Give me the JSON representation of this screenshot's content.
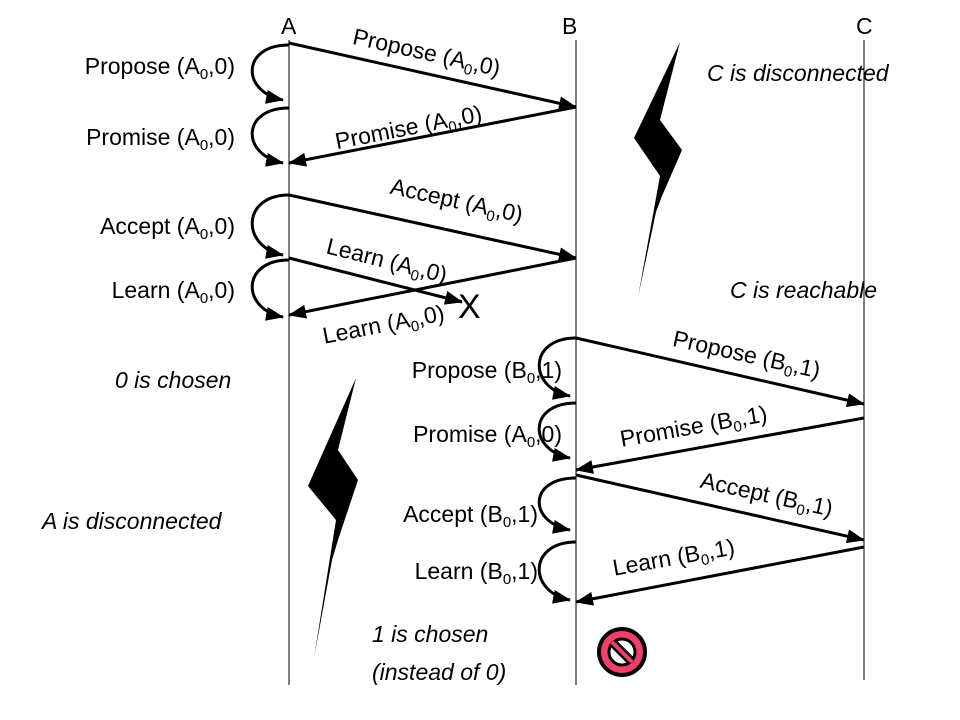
{
  "nodes": [
    "A",
    "B",
    "C"
  ],
  "messages": [
    {
      "pre": "Propose (A",
      "sub": "0",
      "post": ",0)"
    },
    {
      "pre": "Promise (A",
      "sub": "0",
      "post": ",0)"
    },
    {
      "pre": "Accept (A",
      "sub": "0",
      "post": ",0)"
    },
    {
      "pre": "Learn (A",
      "sub": "0",
      "post": ",0)"
    },
    {
      "pre": "Learn (A",
      "sub": "0",
      "post": ",0)"
    },
    {
      "pre": "Propose (B",
      "sub": "0",
      "post": ",1)"
    },
    {
      "pre": "Promise (B",
      "sub": "0",
      "post": ",1)"
    },
    {
      "pre": "Accept (B",
      "sub": "0",
      "post": ",1)"
    },
    {
      "pre": "Learn (B",
      "sub": "0",
      "post": ",1)"
    }
  ],
  "self_messages": [
    {
      "pre": "Propose (A",
      "sub": "0",
      "post": ",0)"
    },
    {
      "pre": "Promise (A",
      "sub": "0",
      "post": ",0)"
    },
    {
      "pre": "Accept (A",
      "sub": "0",
      "post": ",0)"
    },
    {
      "pre": "Learn (A",
      "sub": "0",
      "post": ",0)"
    },
    {
      "pre": "Propose (B",
      "sub": "0",
      "post": ",1)"
    },
    {
      "pre": "Promise (A",
      "sub": "0",
      "post": ",0)"
    },
    {
      "pre": "Accept (B",
      "sub": "0",
      "post": ",1)"
    },
    {
      "pre": "Learn (B",
      "sub": "0",
      "post": ",1)"
    }
  ],
  "lost_marker": "X",
  "notes": {
    "c_disconnected": "C is disconnected",
    "c_reachable": "C is reachable",
    "zero_chosen": "0 is chosen",
    "a_disconnected": "A is disconnected",
    "one_chosen": "1 is chosen",
    "instead": "(instead of 0)"
  },
  "icons": {
    "lightning": "lightning-bolt",
    "prohibited": "prohibited-sign"
  },
  "colors": {
    "prohibited": "#f0406a",
    "line": "#000000"
  }
}
